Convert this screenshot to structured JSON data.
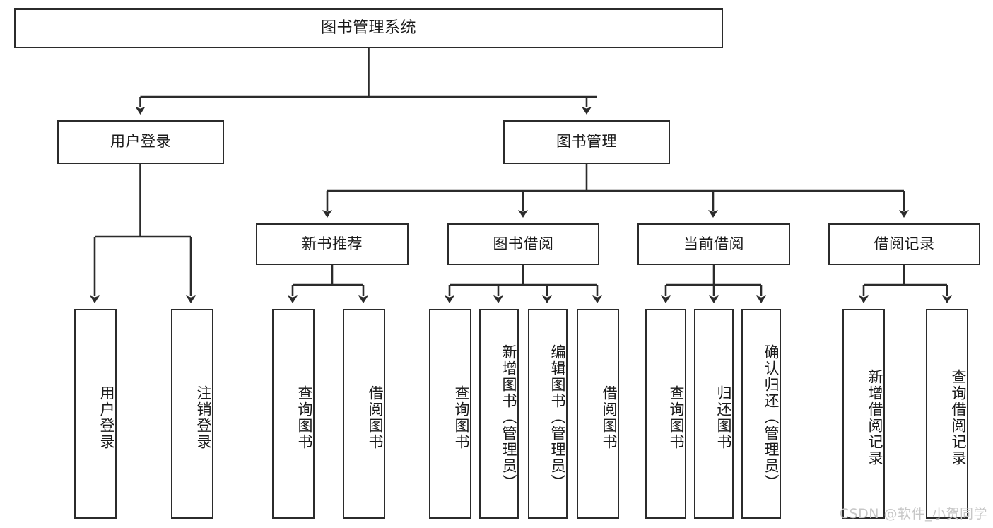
{
  "diagram": {
    "title": "图书管理系统",
    "type": "tree-hierarchy",
    "watermark": "CSDN @软件_小贺同学",
    "colors": {
      "box_border": "#2b2b2b",
      "box_fill": "#ffffff",
      "line": "#2b2b2b",
      "text": "#1a1a1a",
      "watermark": "#c7c7c7",
      "background": "#ffffff"
    },
    "root": {
      "label": "图书管理系统"
    },
    "level2": [
      {
        "label": "用户登录"
      },
      {
        "label": "图书管理"
      }
    ],
    "level3": [
      {
        "label": "新书推荐"
      },
      {
        "label": "图书借阅"
      },
      {
        "label": "当前借阅"
      },
      {
        "label": "借阅记录"
      }
    ],
    "leaves": {
      "user_login": [
        {
          "label": "用户登录"
        },
        {
          "label": "注销登录"
        }
      ],
      "new_book_recommend": [
        {
          "label": "查询图书"
        },
        {
          "label": "借阅图书"
        }
      ],
      "book_borrow": [
        {
          "label": "查询图书"
        },
        {
          "label": "新增图书（管理员）"
        },
        {
          "label": "编辑图书（管理员）"
        },
        {
          "label": "借阅图书"
        }
      ],
      "current_borrow": [
        {
          "label": "查询图书"
        },
        {
          "label": "归还图书"
        },
        {
          "label": "确认归还（管理员）"
        }
      ],
      "borrow_record": [
        {
          "label": "新增借阅记录"
        },
        {
          "label": "查询借阅记录"
        }
      ]
    }
  }
}
